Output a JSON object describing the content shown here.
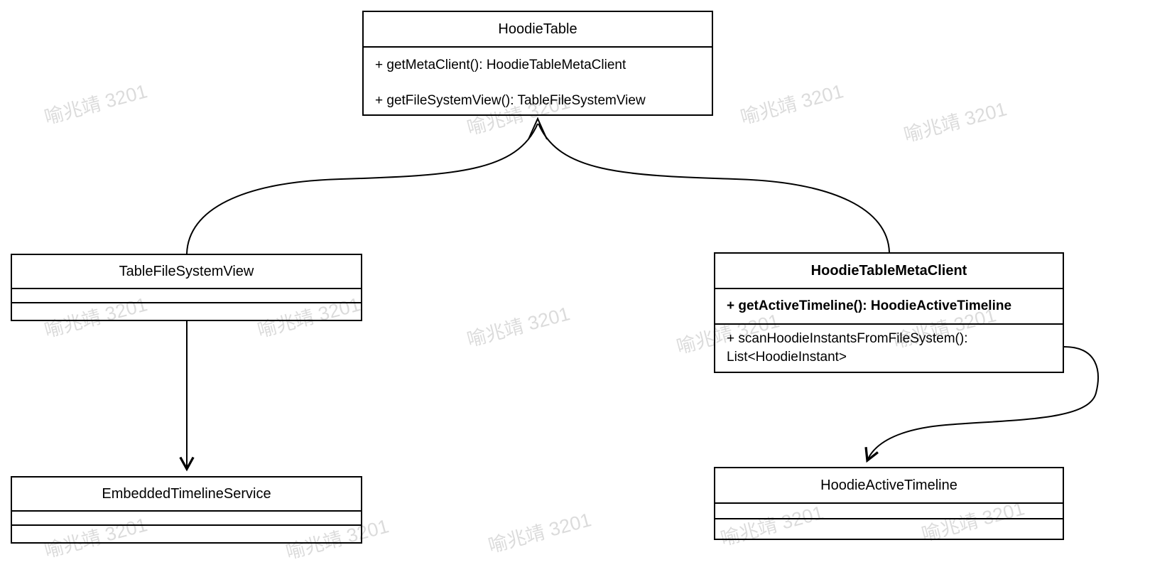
{
  "watermark": {
    "text": "喻兆靖 3201"
  },
  "classes": {
    "hoodie_table": {
      "title": "HoodieTable",
      "methods": [
        "+ getMetaClient(): HoodieTableMetaClient",
        "+ getFileSystemView(): TableFileSystemView"
      ]
    },
    "table_file_system_view": {
      "title": "TableFileSystemView"
    },
    "hoodie_table_meta_client": {
      "title": "HoodieTableMetaClient",
      "methods": [
        "+ getActiveTimeline(): HoodieActiveTimeline",
        "+ scanHoodieInstantsFromFileSystem(): List<HoodieInstant>"
      ]
    },
    "embedded_timeline_service": {
      "title": "EmbeddedTimelineService"
    },
    "hoodie_active_timeline": {
      "title": "HoodieActiveTimeline"
    }
  }
}
